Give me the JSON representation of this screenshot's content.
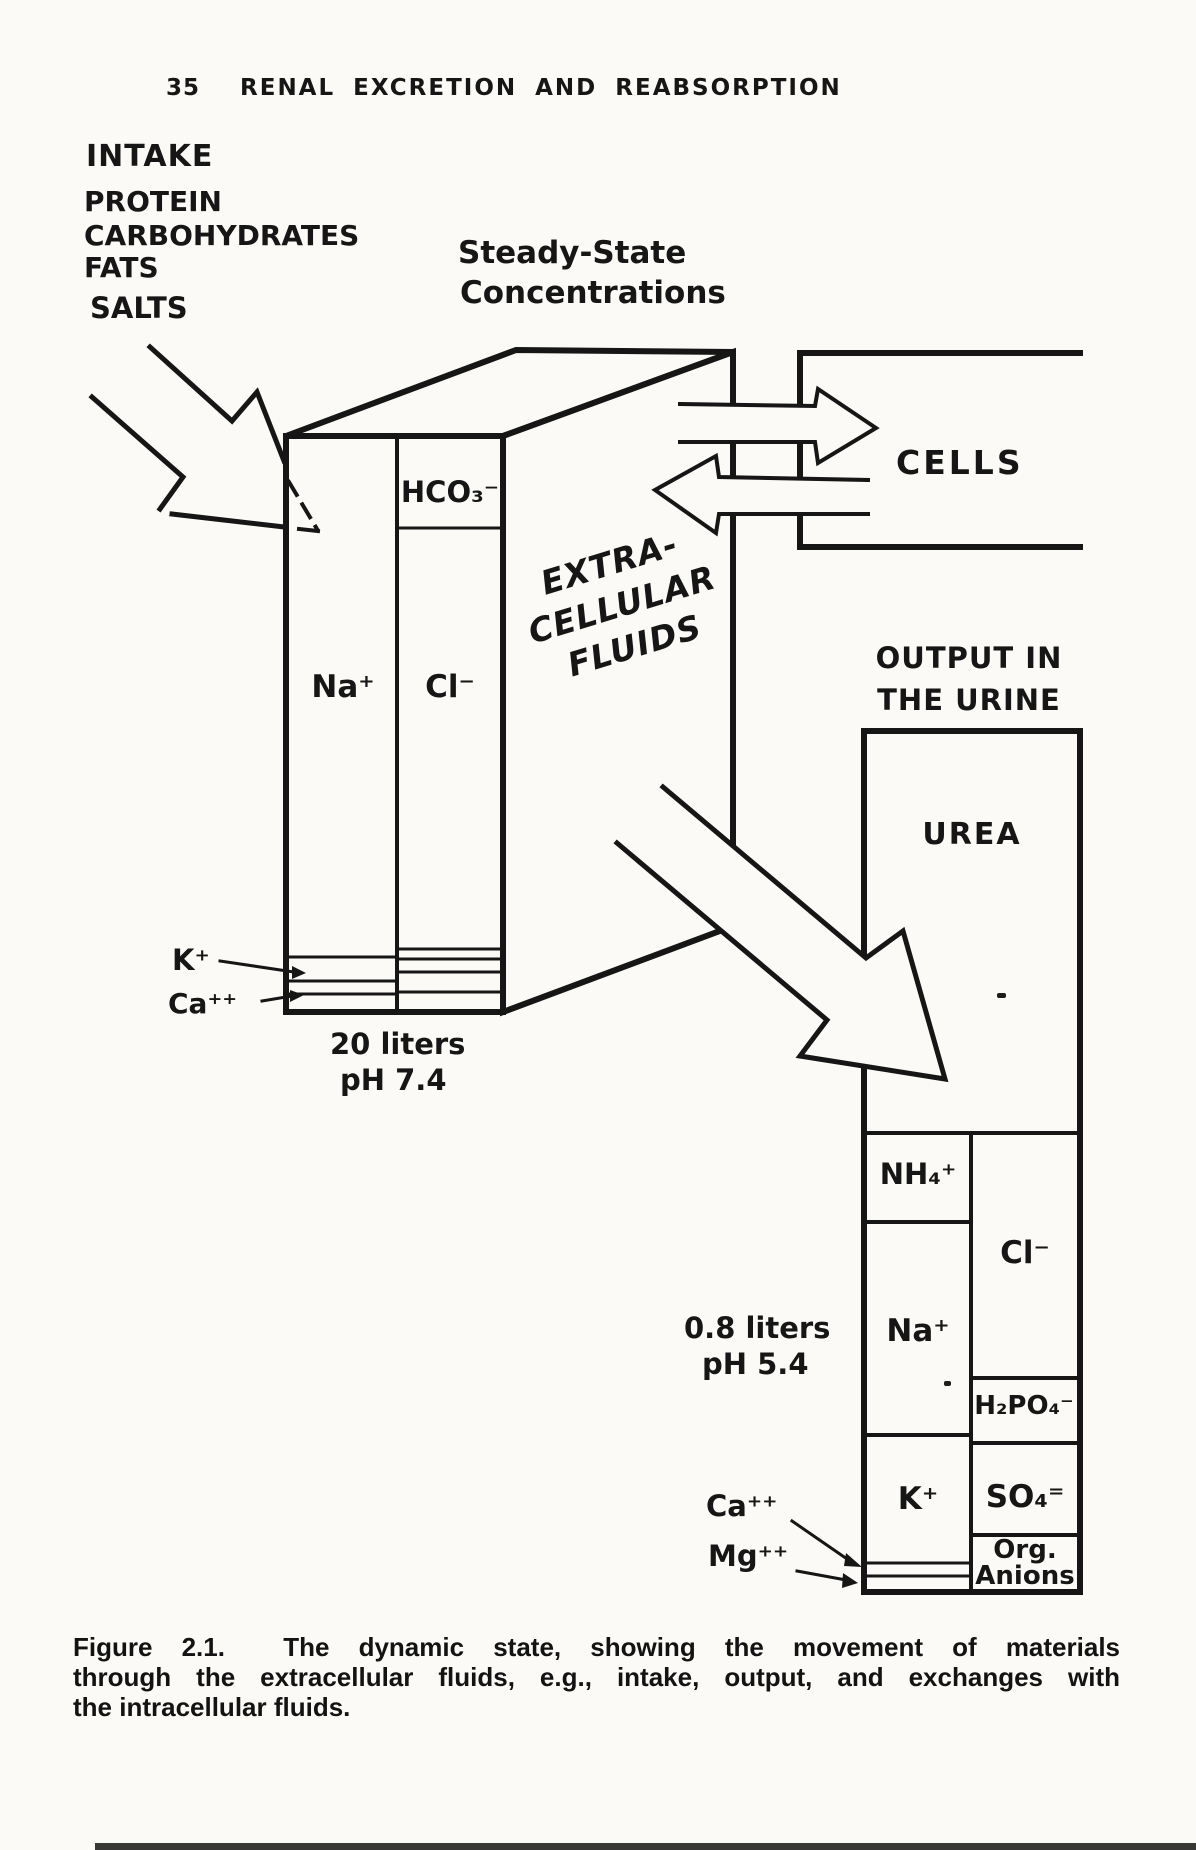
{
  "page": {
    "page_number": "35",
    "title": "RENAL EXCRETION AND REABSORPTION",
    "caption": {
      "line1": "Figure 2.1.  The dynamic state, showing the movement of materials",
      "line2": "through the extracellular fluids, e.g., intake, output, and exchanges with",
      "line3": "the intracellular fluids."
    }
  },
  "intake": {
    "title": "INTAKE",
    "items": [
      "PROTEIN",
      "CARBOHYDRATES",
      "FATS",
      "SALTS"
    ]
  },
  "steady_state": {
    "line1": "Steady-State",
    "line2": "Concentrations"
  },
  "ecf": {
    "name_line1": "EXTRA-",
    "name_line2": "CELLULAR",
    "name_line3": "FLUIDS",
    "na": "Na⁺",
    "cl": "Cl⁻",
    "hco3": "HCO₃⁻",
    "k": "K⁺",
    "ca": "Ca⁺⁺",
    "volume": "20 liters",
    "ph": "pH 7.4"
  },
  "cells": {
    "label": "CELLS"
  },
  "urine": {
    "heading_line1": "OUTPUT IN",
    "heading_line2": "THE URINE",
    "volume": "0.8 liters",
    "ph": "pH 5.4",
    "urea": "UREA",
    "nh4": "NH₄⁺",
    "cl": "Cl⁻",
    "na": "Na⁺",
    "h2po4": "H₂PO₄⁻",
    "k": "K⁺",
    "so4": "SO₄⁼",
    "org_line1": "Org.",
    "org_line2": "Anions",
    "ca": "Ca⁺⁺",
    "mg": "Mg⁺⁺"
  },
  "colors": {
    "ink": "#161616",
    "paper": "#fbfaf6"
  }
}
